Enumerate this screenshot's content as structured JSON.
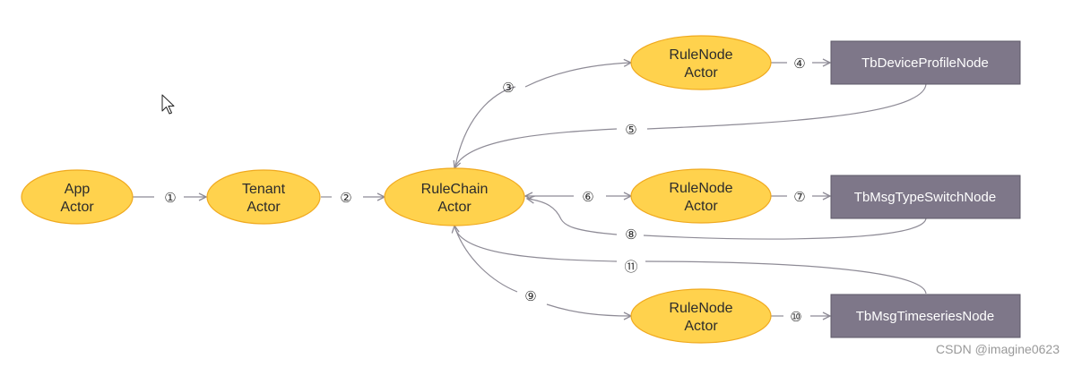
{
  "colors": {
    "actor_fill": "#FFD24D",
    "actor_stroke": "#F0A91E",
    "node_fill": "#7E7789",
    "node_stroke": "#5E5868",
    "edge": "#8E8B96"
  },
  "icons": {
    "cursor": "mouse-pointer-icon"
  },
  "actors": {
    "app": {
      "line1": "App",
      "line2": "Actor"
    },
    "tenant": {
      "line1": "Tenant",
      "line2": "Actor"
    },
    "rulechain": {
      "line1": "RuleChain",
      "line2": "Actor"
    },
    "rulenode_top": {
      "line1": "RuleNode",
      "line2": "Actor"
    },
    "rulenode_mid": {
      "line1": "RuleNode",
      "line2": "Actor"
    },
    "rulenode_bottom": {
      "line1": "RuleNode",
      "line2": "Actor"
    }
  },
  "nodes": {
    "device_profile": "TbDeviceProfileNode",
    "msg_type_switch": "TbMsgTypeSwitchNode",
    "msg_timeseries": "TbMsgTimeseriesNode"
  },
  "steps": {
    "s1": "①",
    "s2": "②",
    "s3": "③",
    "s4": "④",
    "s5": "⑤",
    "s6": "⑥",
    "s7": "⑦",
    "s8": "⑧",
    "s9": "⑨",
    "s10": "⑩",
    "s11": "⑪"
  },
  "watermark": "CSDN @imagine0623"
}
